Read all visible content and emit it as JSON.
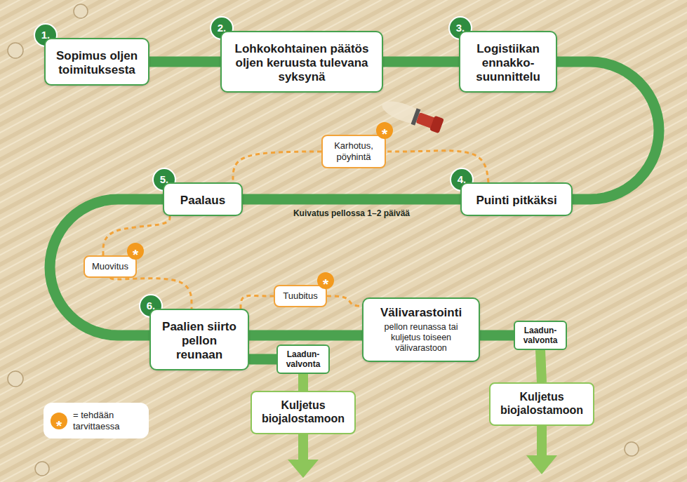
{
  "diagram": {
    "nodes": [
      {
        "text": [
          "1."
        ]
      },
      {
        "text": [
          "Sopimus oljen toimituksesta"
        ]
      },
      {
        "text": [
          "2."
        ]
      },
      {
        "text": [
          "Lohkokohtainen päätös oljen keruusta tulevana syksynä"
        ]
      },
      {
        "text": [
          "3."
        ]
      },
      {
        "text": [
          "Logistiikan ennakko- suunnittelu"
        ]
      },
      {
        "text": [
          "Karhotus, pöyhintä"
        ]
      },
      {
        "text": [
          "*"
        ]
      },
      {
        "text": [
          "4."
        ]
      },
      {
        "text": [
          "Puinti pitkäksi"
        ]
      },
      {
        "text": [
          "5."
        ]
      },
      {
        "text": [
          "Paalaus"
        ]
      },
      {
        "text": [
          "Muovitus"
        ]
      },
      {
        "text": [
          "*"
        ]
      },
      {
        "text": [
          "Tuubitus"
        ]
      },
      {
        "text": [
          "*"
        ]
      },
      {
        "text": [
          "6."
        ]
      },
      {
        "text": [
          "Paalien siirto pellon reunaan"
        ]
      },
      {
        "text": [
          "Välivarastointi",
          "pellon reunassa tai kuljetus toiseen välivarastoon"
        ]
      },
      {
        "text": [
          "Laadun- valvonta"
        ]
      },
      {
        "text": [
          "Laadun- valvonta"
        ]
      },
      {
        "text": [
          "Kuljetus biojalostamoon"
        ]
      },
      {
        "text": [
          "Kuljetus biojalostamoon"
        ]
      }
    ],
    "edges": [
      {
        "from": 1,
        "to": 3,
        "arrow": "none"
      },
      {
        "from": 3,
        "to": 5,
        "arrow": "none"
      },
      {
        "from": 5,
        "to": 9,
        "arrow": "none"
      },
      {
        "from": 9,
        "to": 11,
        "arrow": "none",
        "label": "Kuivatus pellossa 1–2 päivää"
      },
      {
        "from": 11,
        "to": 17,
        "arrow": "none"
      },
      {
        "from": 17,
        "to": 18,
        "arrow": "none"
      },
      {
        "from": 17,
        "to": 19,
        "arrow": "none"
      },
      {
        "from": 19,
        "to": 21,
        "arrow": "none"
      },
      {
        "from": 18,
        "to": 20,
        "arrow": "none"
      },
      {
        "from": 20,
        "to": 22,
        "arrow": "none"
      },
      {
        "from": 9,
        "to": 6,
        "arrow": "none"
      },
      {
        "from": 6,
        "to": 11,
        "arrow": "none"
      },
      {
        "from": 11,
        "to": 12,
        "arrow": "none"
      },
      {
        "from": 12,
        "to": 17,
        "arrow": "none"
      },
      {
        "from": 17,
        "to": 14,
        "arrow": "none"
      },
      {
        "from": 14,
        "to": 18,
        "arrow": "none"
      }
    ],
    "labels": [
      "*"
    ],
    "legend": [
      {
        "text": "= tehdään tarvittaessa"
      }
    ]
  }
}
